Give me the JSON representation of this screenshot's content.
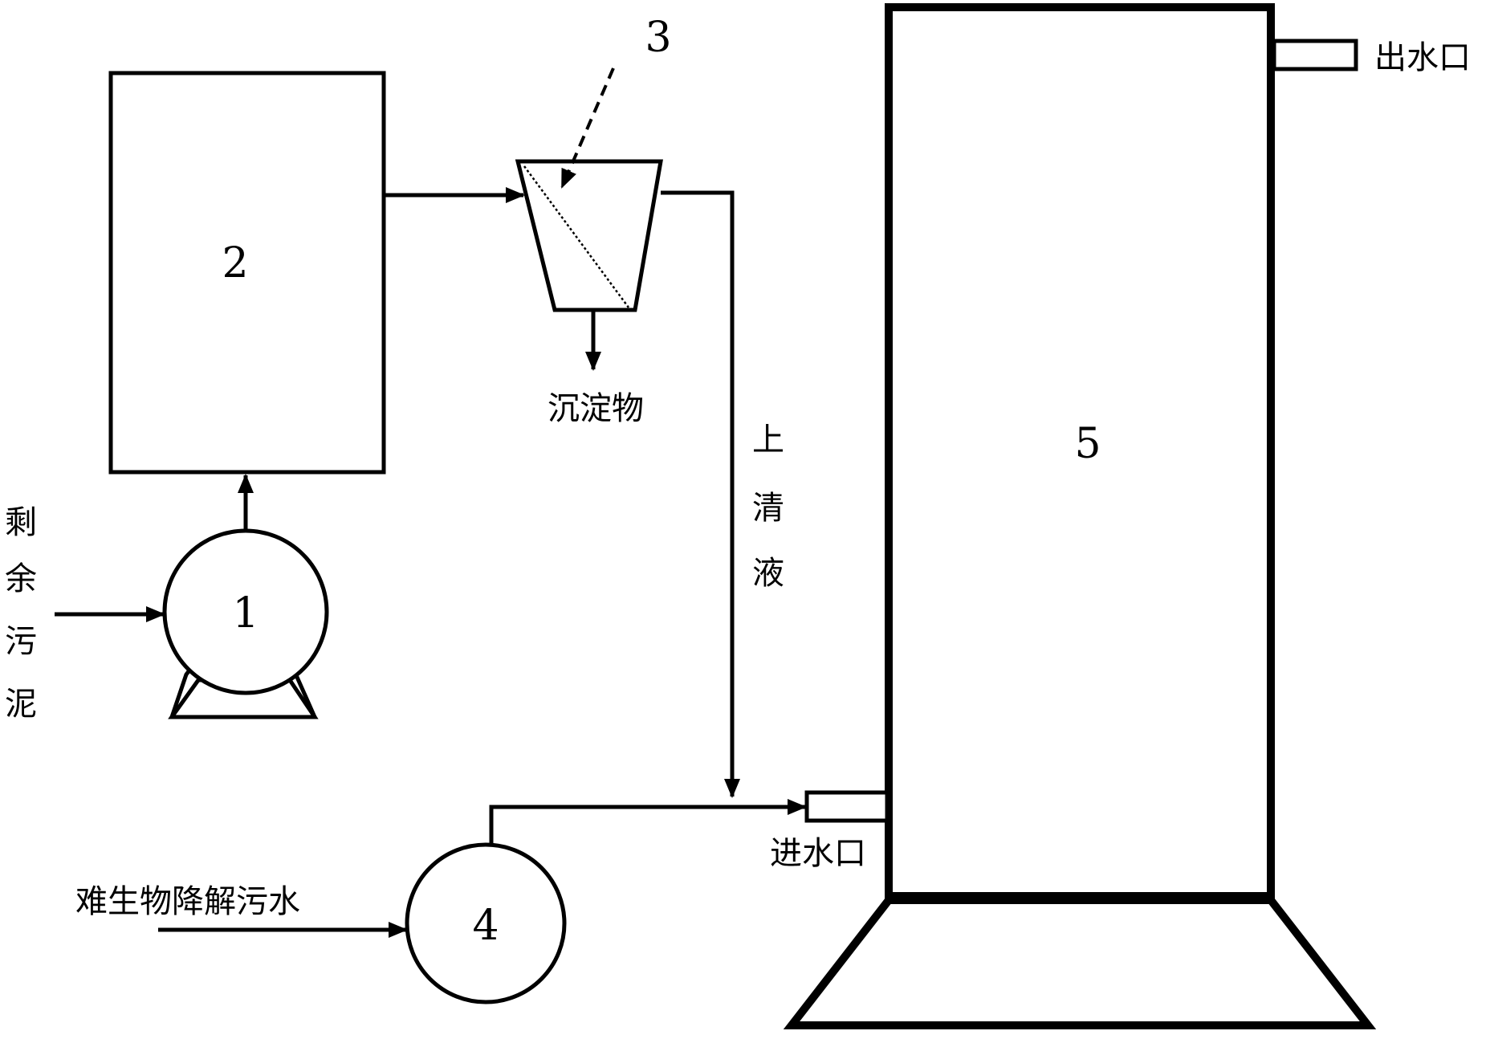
{
  "components": {
    "pump_sludge": {
      "label": "1"
    },
    "treatment_tank": {
      "label": "2"
    },
    "settling_tank": {
      "label": "3"
    },
    "pump_wastewater": {
      "label": "4"
    },
    "reactor_column": {
      "label": "5"
    }
  },
  "labels": {
    "excess_sludge": [
      "剩",
      "余",
      "污",
      "泥"
    ],
    "sediment": "沉淀物",
    "supernatant": [
      "上",
      "清",
      "液"
    ],
    "inlet": "进水口",
    "outlet": "出水口",
    "wastewater": "难生物降解污水"
  },
  "colors": {
    "line": "#000000",
    "background": "#ffffff"
  }
}
